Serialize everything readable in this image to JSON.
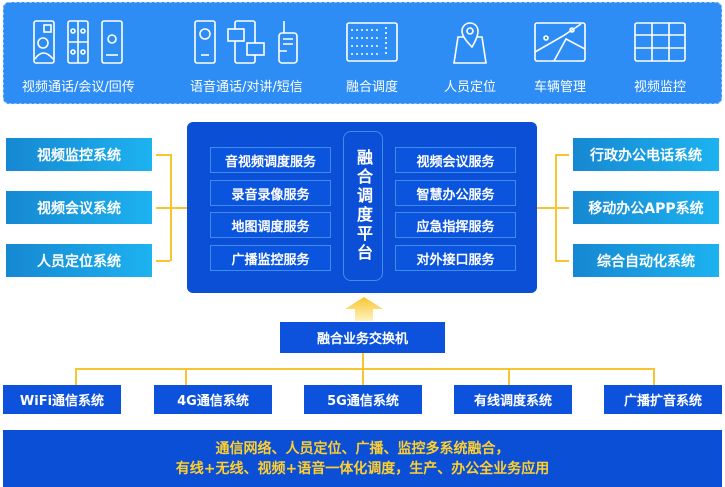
{
  "top_banner": {
    "groups": [
      {
        "label": "视频通话/会议/回传",
        "icons": [
          "video-call-phone-icon",
          "multi-party-video-icon",
          "video-playback-phone-icon"
        ]
      },
      {
        "label": "语音通话/对讲/短信",
        "icons": [
          "voice-call-phone-icon",
          "message-chat-icon",
          "walkie-talkie-icon"
        ]
      },
      {
        "label": "融合调度",
        "icons": [
          "dispatch-console-icon"
        ]
      },
      {
        "label": "人员定位",
        "icons": [
          "location-map-pin-icon"
        ]
      },
      {
        "label": "车辆管理",
        "icons": [
          "vehicle-map-icon"
        ]
      },
      {
        "label": "视频监控",
        "icons": [
          "video-wall-icon"
        ]
      }
    ]
  },
  "left_systems": [
    "视频监控系统",
    "视频会议系统",
    "人员定位系统"
  ],
  "right_systems": [
    "行政办公电话系统",
    "移动办公APP系统",
    "综合自动化系统"
  ],
  "platform": {
    "title": "融合调度平台",
    "left_services": [
      "音视频调度服务",
      "录音录像服务",
      "地图调度服务",
      "广播监控服务"
    ],
    "right_services": [
      "视频会议服务",
      "智慧办公服务",
      "应急指挥服务",
      "对外接口服务"
    ]
  },
  "switch": "融合业务交换机",
  "bottom_systems": [
    "WiFi通信系统",
    "4G通信系统",
    "5G通信系统",
    "有线调度系统",
    "广播扩音系统"
  ],
  "banner": {
    "line1": "通信网络、人员定位、广播、监控多系统融合，",
    "line2": "有线+无线、视频+语音一体化调度，生产、办公全业务应用"
  },
  "colors": {
    "top": "#2d8df5",
    "panel": "#0a4fd6",
    "accent": "#f7c530",
    "banner_text": "#ffcf2e"
  }
}
